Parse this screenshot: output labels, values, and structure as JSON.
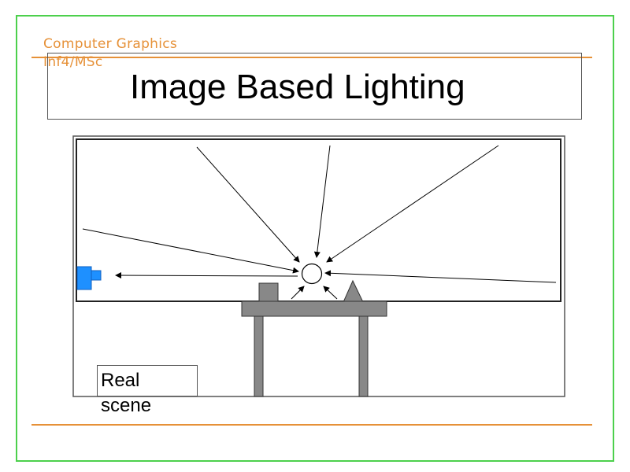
{
  "header": {
    "course_line1": "Computer Graphics",
    "course_line2": "Inf4/MSc",
    "title": "Image Based Lighting"
  },
  "diagram": {
    "scene_label": "Real\nscene",
    "colors": {
      "frame": "#4cd04c",
      "rule": "#e69138",
      "camera": "#1e90ff",
      "table": "#888888",
      "object": "#888888",
      "ray": "#000000"
    },
    "icons": [
      "camera-icon",
      "light-probe-sphere",
      "table",
      "box-object",
      "cone-object"
    ]
  }
}
